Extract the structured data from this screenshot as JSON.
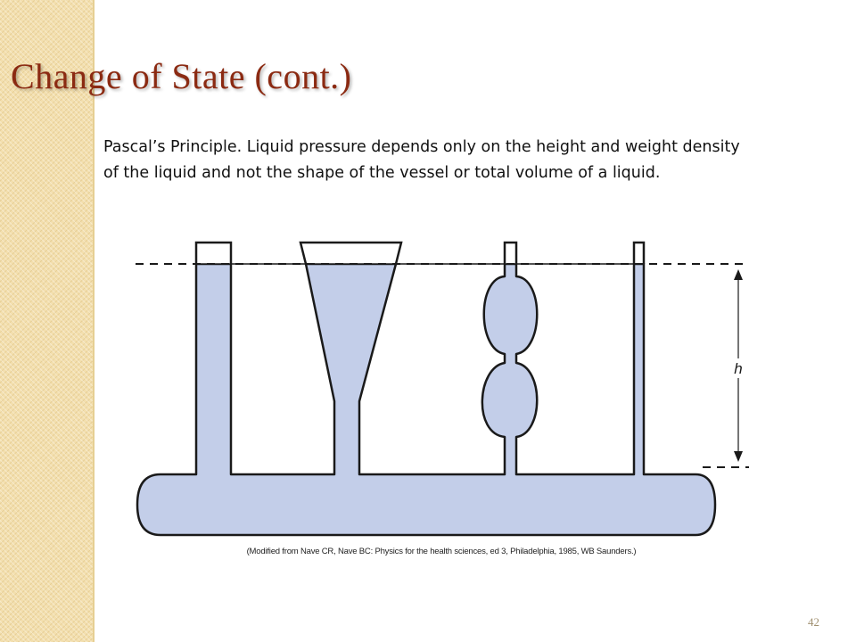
{
  "slide": {
    "title": "Change of State (cont.)",
    "body": "Pascal’s Principle.  Liquid pressure depends only on the height and weight density of the liquid and not the shape of the vessel or total volume of a liquid.",
    "page_number": "42"
  },
  "diagram": {
    "height_label": "h",
    "caption": "(Modified from Nave CR, Nave BC: Physics for the health sciences, ed 3, Philadelphia, 1985, WB Saunders.)",
    "colors": {
      "liquid": "#c3cee9",
      "outline": "#1a1a1a",
      "accent_title": "#8b2a12",
      "side_band": "#f3dfae"
    }
  }
}
